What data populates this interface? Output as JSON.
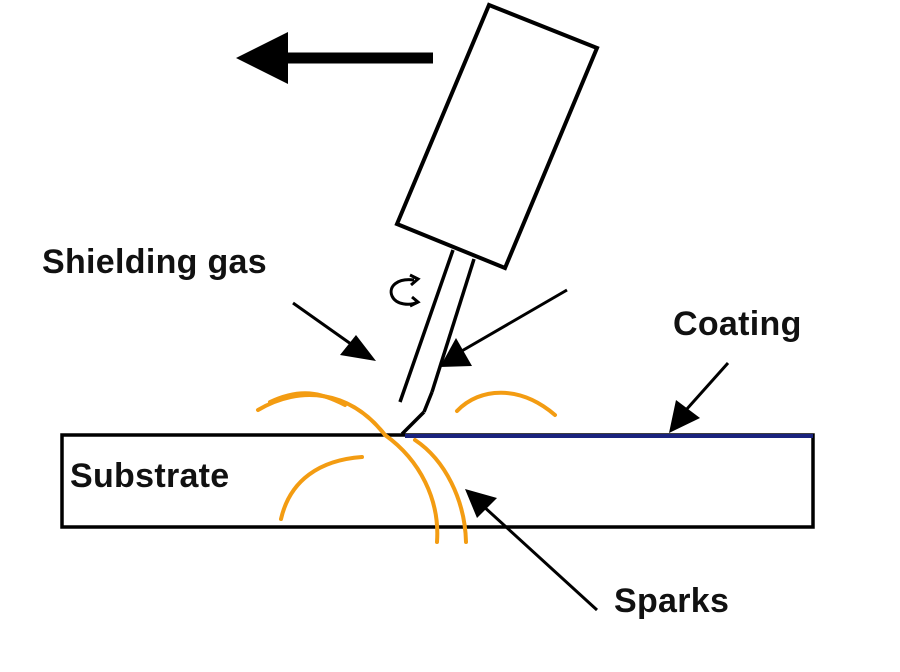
{
  "diagram": {
    "title": "Thermal spray / welding coating process schematic",
    "labels": {
      "shielding_gas": "Shielding gas",
      "coating": "Coating",
      "substrate": "Substrate",
      "sparks": "Sparks"
    },
    "icons": {
      "direction_arrow": "arrow-left-icon",
      "rotation": "rotation-icon"
    },
    "colors": {
      "outline": "#000000",
      "coating": "#1a237e",
      "sparks": "#f39c12",
      "background": "#ffffff"
    }
  }
}
